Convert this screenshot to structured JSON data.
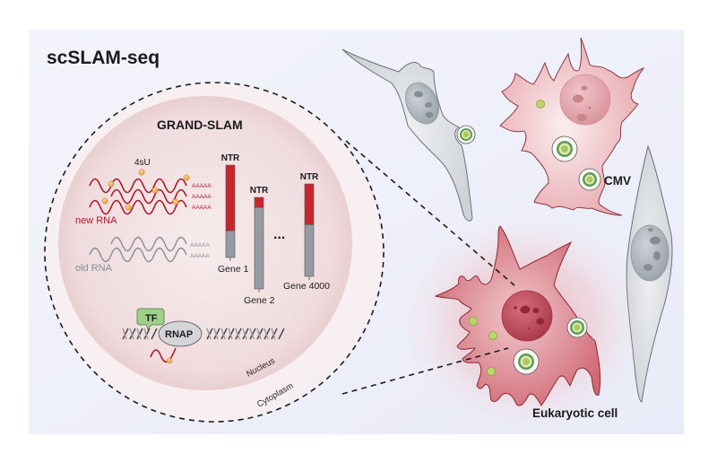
{
  "title": "scSLAM-seq",
  "colors": {
    "panel_bg": "#eef0fa",
    "nucleus_fill": "#f3e1e3",
    "new_rna": "#a8192a",
    "old_rna": "#8a8e93",
    "ntr_new": "#c8262c",
    "ntr_old": "#959ba1",
    "label4su": "#f0b25a",
    "virus_green": "#7aa84a",
    "cell_pink": "#e8a7ac",
    "cell_red": "#d16a76",
    "cell_gray": "#d6dadf"
  },
  "zoom_inset": {
    "heading": "GRAND-SLAM",
    "label_4su": "4sU",
    "new_rna_label": "new RNA",
    "old_rna_label": "old RNA",
    "polyA": "AAAAA",
    "ellipsis": "...",
    "tf_label": "TF",
    "rnap_label": "RNAP",
    "nucleus_label": "Nucleus",
    "cytoplasm_label": "Cytoplasm"
  },
  "ntr_bars": [
    {
      "label": "NTR",
      "gene": "Gene 1",
      "new_fraction": 0.71
    },
    {
      "label": "NTR",
      "gene": "Gene 2",
      "new_fraction": 0.11
    },
    {
      "label": "NTR",
      "gene": "Gene 4000",
      "new_fraction": 0.44
    }
  ],
  "cell_labels": {
    "virus": "CMV",
    "cell": "Eukaryotic cell"
  }
}
